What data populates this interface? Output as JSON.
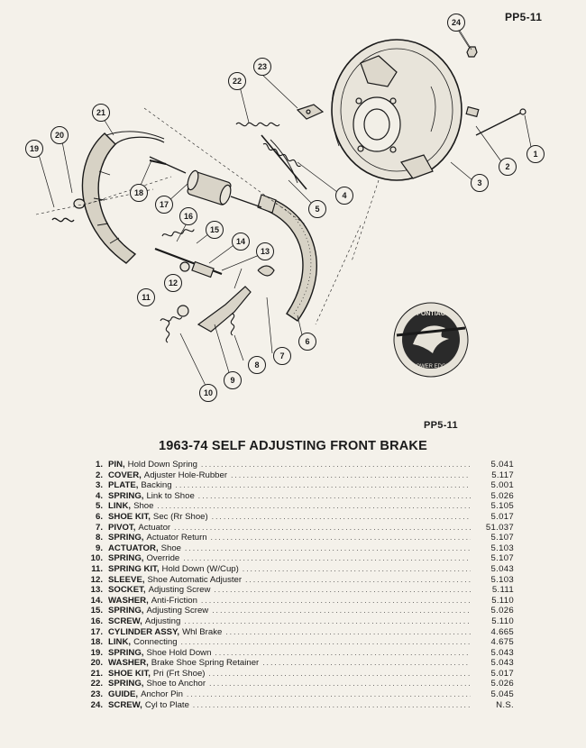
{
  "page_code_top": "PP5-11",
  "page_code_mid": "PP5-11",
  "title": "1963-74 SELF ADJUSTING FRONT BRAKE",
  "logo": {
    "text_top": "PONTIAC",
    "text_bottom": "POWER EDGE"
  },
  "callouts": [
    "1",
    "2",
    "3",
    "4",
    "5",
    "6",
    "7",
    "8",
    "9",
    "10",
    "11",
    "12",
    "13",
    "14",
    "15",
    "16",
    "17",
    "18",
    "19",
    "20",
    "21",
    "22",
    "23",
    "24"
  ],
  "parts": [
    {
      "no": "1.",
      "name": "PIN,",
      "desc": "Hold Down Spring",
      "code": "5.041"
    },
    {
      "no": "2.",
      "name": "COVER,",
      "desc": "Adjuster Hole-Rubber",
      "code": "5.117"
    },
    {
      "no": "3.",
      "name": "PLATE,",
      "desc": "Backing",
      "code": "5.001"
    },
    {
      "no": "4.",
      "name": "SPRING,",
      "desc": "Link to Shoe",
      "code": "5.026"
    },
    {
      "no": "5.",
      "name": "LINK,",
      "desc": "Shoe",
      "code": "5.105"
    },
    {
      "no": "6.",
      "name": "SHOE KIT,",
      "desc": "Sec (Rr Shoe)",
      "code": "5.017"
    },
    {
      "no": "7.",
      "name": "PIVOT,",
      "desc": "Actuator",
      "code": "51.037"
    },
    {
      "no": "8.",
      "name": "SPRING,",
      "desc": "Actuator Return",
      "code": "5.107"
    },
    {
      "no": "9.",
      "name": "ACTUATOR,",
      "desc": "Shoe",
      "code": "5.103"
    },
    {
      "no": "10.",
      "name": "SPRING,",
      "desc": "Override",
      "code": "5.107"
    },
    {
      "no": "11.",
      "name": "SPRING KIT,",
      "desc": "Hold Down (W/Cup)",
      "code": "5.043"
    },
    {
      "no": "12.",
      "name": "SLEEVE,",
      "desc": "Shoe Automatic Adjuster",
      "code": "5.103"
    },
    {
      "no": "13.",
      "name": "SOCKET,",
      "desc": "Adjusting Screw",
      "code": "5.111"
    },
    {
      "no": "14.",
      "name": "WASHER,",
      "desc": "Anti-Friction",
      "code": "5.110"
    },
    {
      "no": "15.",
      "name": "SPRING,",
      "desc": "Adjusting Screw",
      "code": "5.026"
    },
    {
      "no": "16.",
      "name": "SCREW,",
      "desc": "Adjusting",
      "code": "5.110"
    },
    {
      "no": "17.",
      "name": "CYLINDER ASSY,",
      "desc": "Whl Brake",
      "code": "4.665"
    },
    {
      "no": "18.",
      "name": "LINK,",
      "desc": "Connecting",
      "code": "4.675"
    },
    {
      "no": "19.",
      "name": "SPRING,",
      "desc": "Shoe Hold Down",
      "code": "5.043"
    },
    {
      "no": "20.",
      "name": "WASHER,",
      "desc": "Brake Shoe Spring Retainer",
      "code": "5.043"
    },
    {
      "no": "21.",
      "name": "SHOE KIT,",
      "desc": "Pri (Frt Shoe)",
      "code": "5.017"
    },
    {
      "no": "22.",
      "name": "SPRING,",
      "desc": "Shoe to Anchor",
      "code": "5.026"
    },
    {
      "no": "23.",
      "name": "GUIDE,",
      "desc": "Anchor Pin",
      "code": "5.045"
    },
    {
      "no": "24.",
      "name": "SCREW,",
      "desc": "Cyl to Plate",
      "code": "N.S."
    }
  ]
}
